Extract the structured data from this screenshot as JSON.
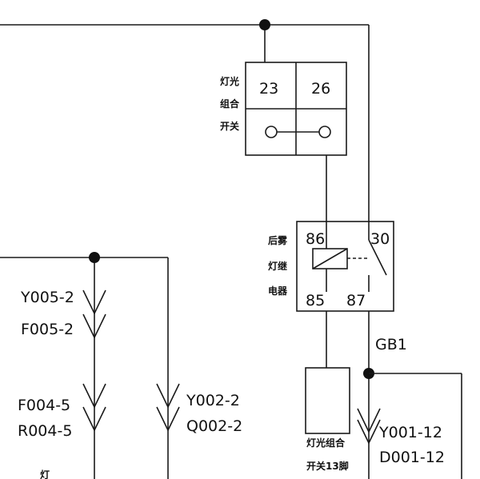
{
  "colors": {
    "line": "#1a1a1a",
    "background": "#ffffff"
  },
  "switch": {
    "label_lines": [
      "灯光",
      "组合",
      "开关"
    ],
    "terminals": [
      "23",
      "26"
    ]
  },
  "relay": {
    "label_lines": [
      "后雾",
      "灯继",
      "电器"
    ],
    "terminals": {
      "top_left": "86",
      "top_right": "30",
      "bottom_left": "85",
      "bottom_right": "87"
    }
  },
  "connectors": {
    "y005": "Y005-2",
    "f005": "F005-2",
    "f004": "F004-5",
    "r004": "R004-5",
    "y002": "Y002-2",
    "q002": "Q002-2",
    "gb1": "GB1",
    "y001": "Y001-12",
    "d001": "D001-12"
  },
  "module": {
    "label_lines": [
      "灯光组合",
      "开关13脚"
    ]
  },
  "cut_label": "灯"
}
